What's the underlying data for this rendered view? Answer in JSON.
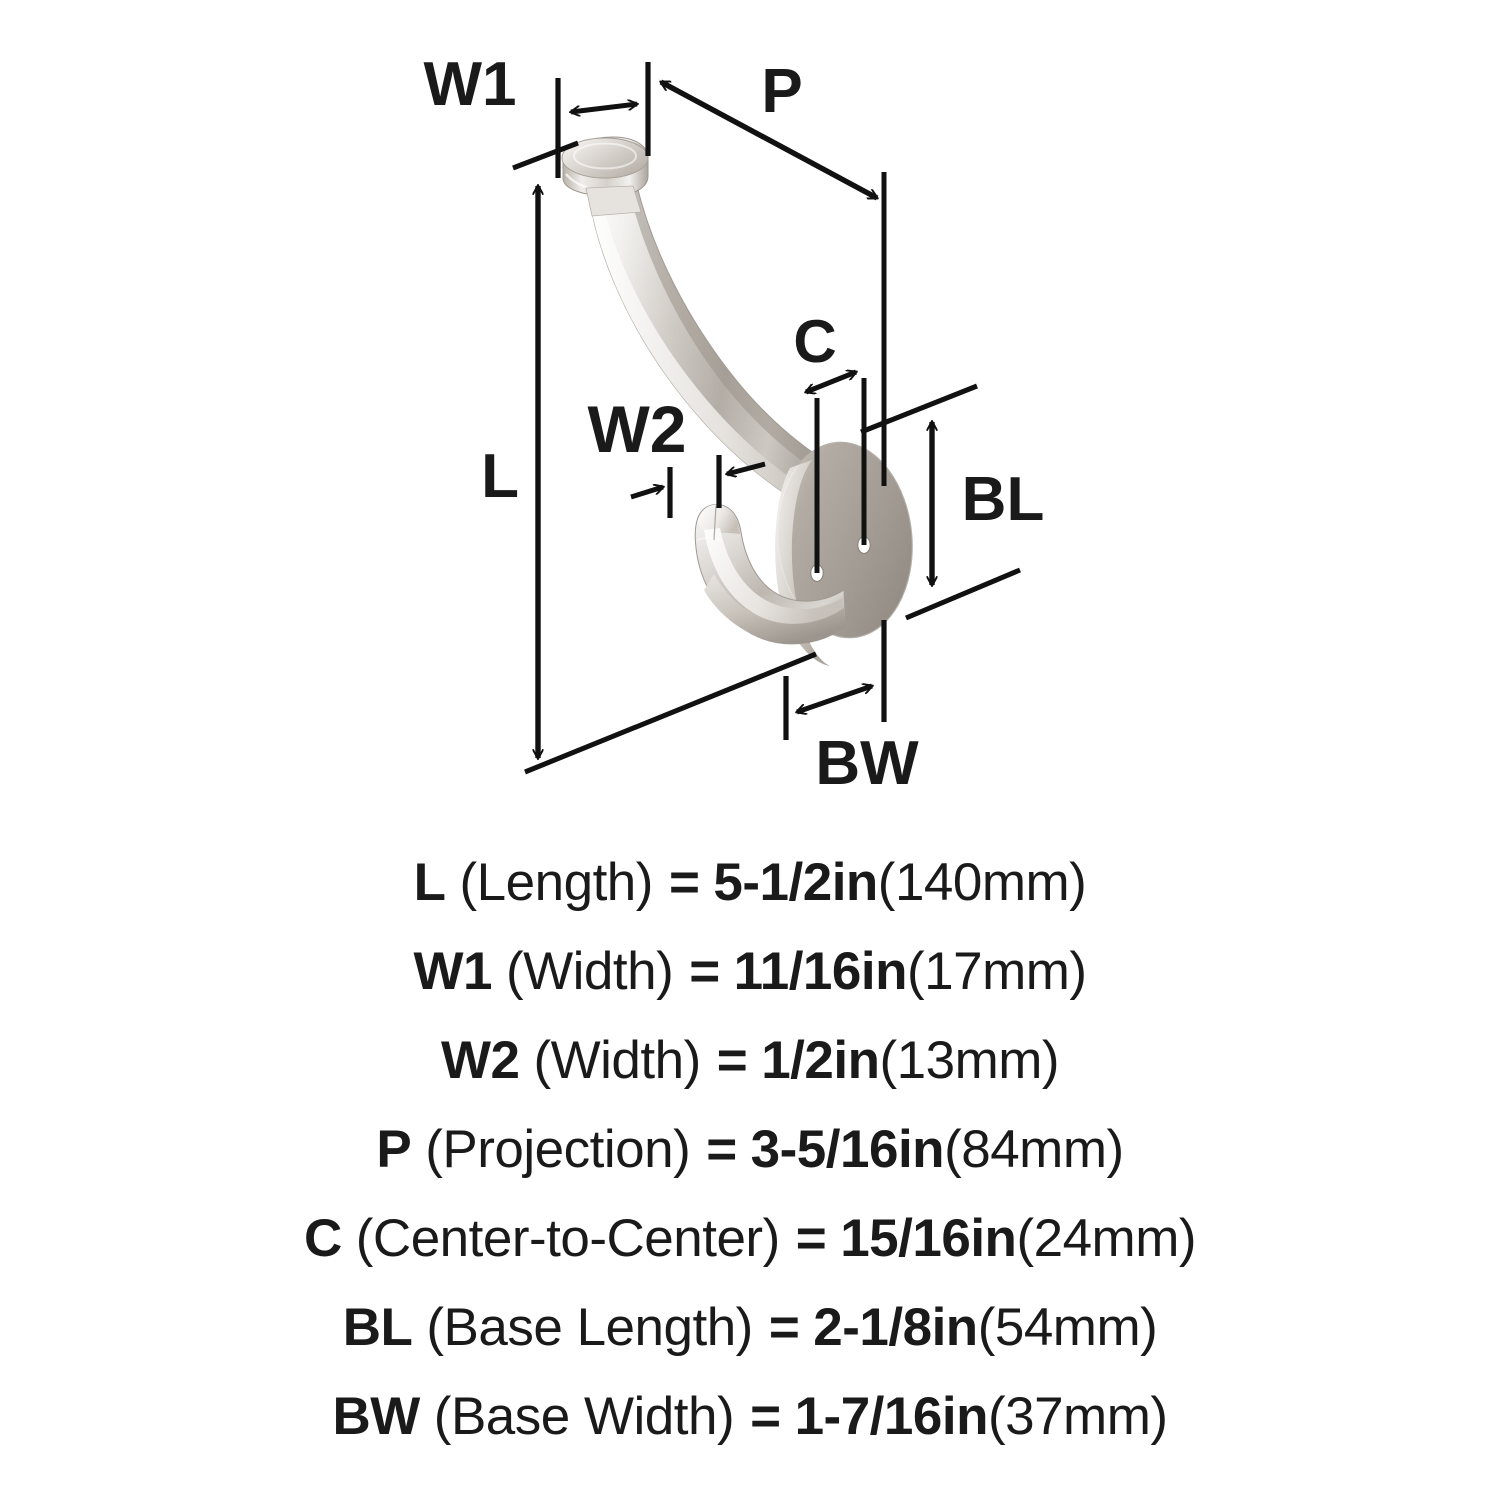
{
  "diagram": {
    "title": "Hook dimension diagram",
    "product_finish": "satin nickel",
    "background_color": "#ffffff",
    "line_color": "#111111",
    "labels": [
      {
        "id": "W1",
        "text": "W1",
        "desc": "shaft width callout at top"
      },
      {
        "id": "P",
        "text": "P",
        "desc": "projection diagonal dimension"
      },
      {
        "id": "C",
        "text": "C",
        "desc": "center-to-center of mounting holes"
      },
      {
        "id": "W2",
        "text": "W2",
        "desc": "lower hook width callout"
      },
      {
        "id": "L",
        "text": "L",
        "desc": "overall length vertical dimension"
      },
      {
        "id": "BL",
        "text": "BL",
        "desc": "base plate length vertical dimension"
      },
      {
        "id": "BW",
        "text": "BW",
        "desc": "base plate width horizontal dimension"
      }
    ]
  },
  "specs": [
    {
      "code": "L",
      "name": "(Length)",
      "eq": "=",
      "value": "5-1/2in",
      "metric": "(140mm)"
    },
    {
      "code": "W1",
      "name": "(Width)",
      "eq": "=",
      "value": "11/16in",
      "metric": "(17mm)"
    },
    {
      "code": "W2",
      "name": "(Width)",
      "eq": "=",
      "value": "1/2in",
      "metric": "(13mm)"
    },
    {
      "code": "P",
      "name": "(Projection)",
      "eq": "=",
      "value": "3-5/16in",
      "metric": "(84mm)"
    },
    {
      "code": "C",
      "name": "(Center-to-Center)",
      "eq": "=",
      "value": "15/16in",
      "metric": "(24mm)"
    },
    {
      "code": "BL",
      "name": "(Base Length)",
      "eq": "=",
      "value": "2-1/8in",
      "metric": "(54mm)"
    },
    {
      "code": "BW",
      "name": "(Base Width)",
      "eq": "=",
      "value": "1-7/16in",
      "metric": "(37mm)"
    }
  ]
}
